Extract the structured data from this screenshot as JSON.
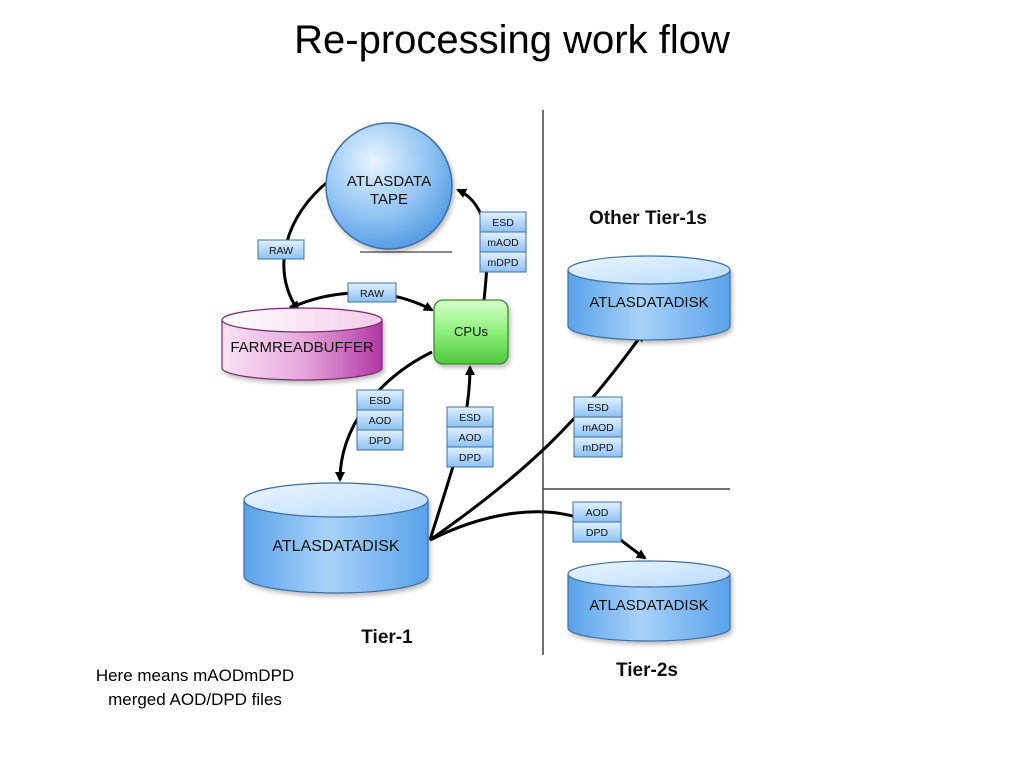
{
  "title": "Re-processing work flow",
  "note": {
    "line1": "Here means mAODmDPD",
    "line2": "merged AOD/DPD files"
  },
  "regions": {
    "tier1": "Tier-1",
    "other_tier1s": "Other Tier-1s",
    "tier2s": "Tier-2s"
  },
  "nodes": {
    "tape": {
      "line1": "ATLASDATA",
      "line2": "TAPE"
    },
    "farmreadbuffer": "FARMREADBUFFER",
    "cpus": "CPUs",
    "tier1_disk": "ATLASDATADISK",
    "other_tier1_disk": "ATLASDATADISK",
    "tier2_disk": "ATLASDATADISK"
  },
  "data_labels": {
    "raw_tape_to_buffer": "RAW",
    "raw_buffer_to_cpu": "RAW",
    "cpu_to_tape": [
      "ESD",
      "mAOD",
      "mDPD"
    ],
    "cpu_to_disk": [
      "ESD",
      "AOD",
      "DPD"
    ],
    "disk_to_cpu": [
      "ESD",
      "AOD",
      "DPD"
    ],
    "disk_to_other_tier1": [
      "ESD",
      "mAOD",
      "mDPD"
    ],
    "disk_to_tier2": [
      "AOD",
      "DPD"
    ]
  },
  "colors": {
    "blue_light": "#d4e9ff",
    "blue_dark": "#5aa2ea",
    "pink_light": "#f7d9f1",
    "pink_dark": "#b338a4",
    "green_light": "#a8f59a",
    "green_dark": "#4ec83c"
  }
}
